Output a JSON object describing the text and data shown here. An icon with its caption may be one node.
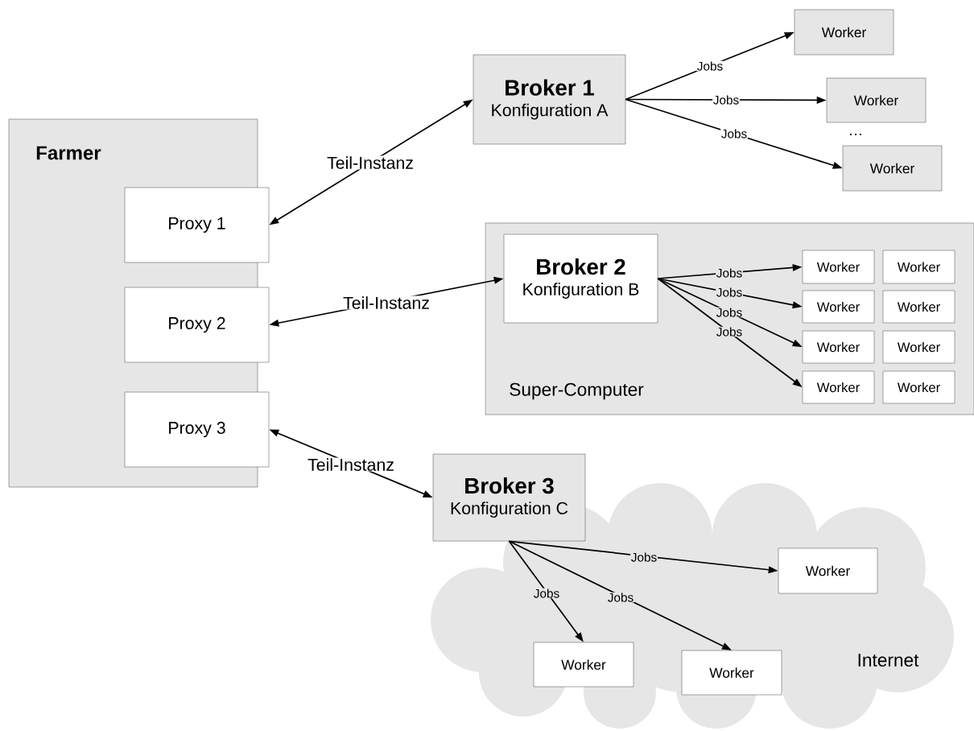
{
  "diagram": {
    "nodes": [
      {
        "text": [
          "Farmer"
        ]
      },
      {
        "text": [
          "Proxy 1"
        ],
        "in": 0
      },
      {
        "text": [
          "Proxy 2"
        ],
        "in": 0
      },
      {
        "text": [
          "Proxy 3"
        ],
        "in": 0
      },
      {
        "text": [
          "Broker 1",
          "Konfiguration A"
        ]
      },
      {
        "text": [
          "Worker"
        ]
      },
      {
        "text": [
          "Worker"
        ]
      },
      {
        "text": [
          "Worker"
        ]
      },
      {
        "text": [
          "Super-Computer"
        ]
      },
      {
        "text": [
          "Broker 2",
          "Konfiguration B"
        ],
        "in": 8
      },
      {
        "text": [
          "Worker"
        ],
        "in": 8
      },
      {
        "text": [
          "Worker"
        ],
        "in": 8
      },
      {
        "text": [
          "Worker"
        ],
        "in": 8
      },
      {
        "text": [
          "Worker"
        ],
        "in": 8
      },
      {
        "text": [
          "Worker"
        ],
        "in": 8
      },
      {
        "text": [
          "Worker"
        ],
        "in": 8
      },
      {
        "text": [
          "Worker"
        ],
        "in": 8
      },
      {
        "text": [
          "Worker"
        ],
        "in": 8
      },
      {
        "text": [
          "Internet"
        ]
      },
      {
        "text": [
          "Broker 3",
          "Konfiguration C"
        ]
      },
      {
        "text": [
          "Worker"
        ],
        "in": 18
      },
      {
        "text": [
          "Worker"
        ],
        "in": 18
      },
      {
        "text": [
          "Worker"
        ],
        "in": 18
      }
    ],
    "edges": [
      {
        "from": 1,
        "to": 4,
        "arrow": "both",
        "label": "Teil-Instanz"
      },
      {
        "from": 2,
        "to": 9,
        "arrow": "both",
        "label": "Teil-Instanz"
      },
      {
        "from": 3,
        "to": 19,
        "arrow": "both",
        "label": "Teil-Instanz"
      },
      {
        "from": 4,
        "to": 5,
        "arrow": "to",
        "label": "Jobs"
      },
      {
        "from": 4,
        "to": 6,
        "arrow": "to",
        "label": "Jobs"
      },
      {
        "from": 4,
        "to": 7,
        "arrow": "to",
        "label": "Jobs"
      },
      {
        "from": 9,
        "to": 10,
        "arrow": "to",
        "label": "Jobs"
      },
      {
        "from": 9,
        "to": 12,
        "arrow": "to",
        "label": "Jobs"
      },
      {
        "from": 9,
        "to": 14,
        "arrow": "to",
        "label": "Jobs"
      },
      {
        "from": 9,
        "to": 16,
        "arrow": "to",
        "label": "Jobs"
      },
      {
        "from": 19,
        "to": 20,
        "arrow": "to",
        "label": "Jobs"
      },
      {
        "from": 19,
        "to": 21,
        "arrow": "to",
        "label": "Jobs"
      },
      {
        "from": 19,
        "to": 22,
        "arrow": "to",
        "label": "Jobs"
      }
    ],
    "labels": [
      "…"
    ]
  }
}
